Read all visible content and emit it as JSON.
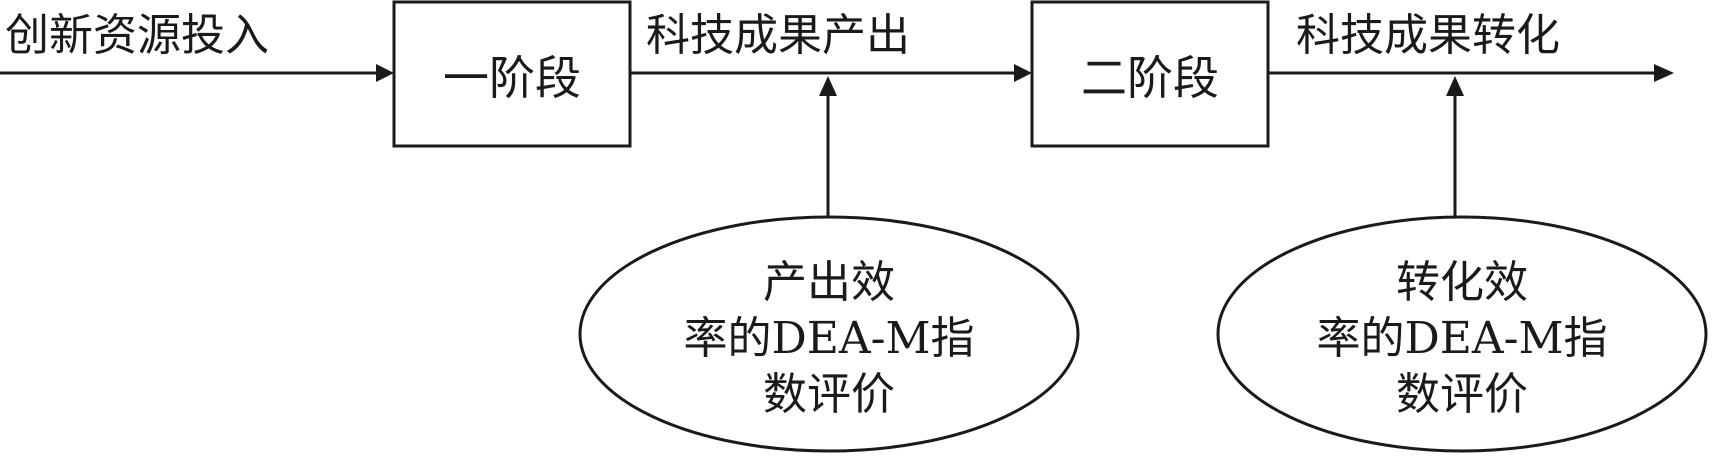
{
  "diagram": {
    "flow_labels": {
      "input": "创新资源投入",
      "stage1_output": "科技成果产出",
      "stage2_output": "科技成果转化"
    },
    "stages": [
      {
        "label": "一阶段"
      },
      {
        "label": "二阶段"
      }
    ],
    "evaluations": [
      {
        "lines": [
          "产出效",
          "率的DEA-M指",
          "数评价"
        ]
      },
      {
        "lines": [
          "转化效",
          "率的DEA-M指",
          "数评价"
        ]
      }
    ],
    "colors": {
      "ink": "#1a1a1a",
      "background": "#ffffff"
    }
  }
}
